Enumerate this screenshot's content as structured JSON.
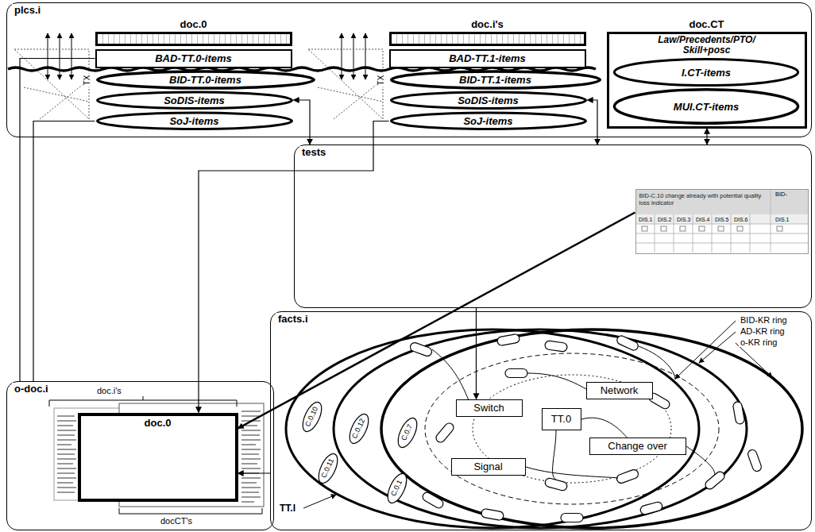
{
  "diagram": {
    "nodes": [
      {
        "text": [
          "plcs.i"
        ]
      },
      {
        "text": [
          "doc.0"
        ],
        "in": 0
      },
      {
        "text": [
          "BAD-TT.0-items"
        ],
        "in": 0
      },
      {
        "text": [
          "BID-TT.0-items"
        ],
        "in": 0
      },
      {
        "text": [
          "SoDIS-items"
        ],
        "in": 0
      },
      {
        "text": [
          "SoJ-items"
        ],
        "in": 0
      },
      {
        "text": [
          "doc.i's"
        ],
        "in": 0
      },
      {
        "text": [
          "BAD-TT.1-items"
        ],
        "in": 0
      },
      {
        "text": [
          "BID-TT.1-items"
        ],
        "in": 0
      },
      {
        "text": [
          "SoDIS-items"
        ],
        "in": 0
      },
      {
        "text": [
          "SoJ-items"
        ],
        "in": 0
      },
      {
        "text": [
          "doc.CT",
          "Law/Precedents/PTO/ Skill+posc"
        ],
        "in": 0
      },
      {
        "text": [
          "I.CT-items"
        ],
        "in": 11
      },
      {
        "text": [
          "MUI.CT-items"
        ],
        "in": 11
      },
      {
        "text": [
          "tests"
        ]
      },
      {
        "text": [
          "BID-C.10 change already with potential quality loss indicator"
        ],
        "in": 14
      },
      {
        "text": [
          "facts.i"
        ]
      },
      {
        "text": [
          "Network"
        ],
        "in": 16
      },
      {
        "text": [
          "Switch"
        ],
        "in": 16
      },
      {
        "text": [
          "TT.0"
        ],
        "in": 16
      },
      {
        "text": [
          "Change over"
        ],
        "in": 16
      },
      {
        "text": [
          "Signal"
        ],
        "in": 16
      },
      {
        "text": [
          "o-doc.i"
        ]
      },
      {
        "text": [
          "doc.0"
        ],
        "in": 22
      }
    ],
    "edges": [
      {
        "from": 4,
        "to": 14,
        "arrow": "both"
      },
      {
        "from": 9,
        "to": 14,
        "arrow": "both"
      },
      {
        "from": 11,
        "to": 14,
        "arrow": "both"
      },
      {
        "from": 15,
        "to": 23,
        "arrow": "to"
      },
      {
        "from": 14,
        "to": 18,
        "arrow": "to"
      },
      {
        "from": 5,
        "to": 22,
        "arrow": "none"
      },
      {
        "from": 10,
        "to": 23,
        "arrow": "to"
      },
      {
        "from": 16,
        "to": 23,
        "arrow": "to"
      },
      {
        "from": 2,
        "to": 22,
        "arrow": "none"
      }
    ],
    "labels": [
      "TX",
      "TX",
      "BID-",
      "DIS.1",
      "DIS.2",
      "DIS.3",
      "DIS.4",
      "DIS.5",
      "DIS.6",
      "DIS.1",
      "BID-KR ring",
      "AD-KR ring",
      "o-KR ring",
      "C.0.10",
      "C.0.11",
      "C.0.12",
      "C.0.1",
      "C.0.7",
      "TT.I",
      "doc.i's",
      "docCT's"
    ]
  }
}
